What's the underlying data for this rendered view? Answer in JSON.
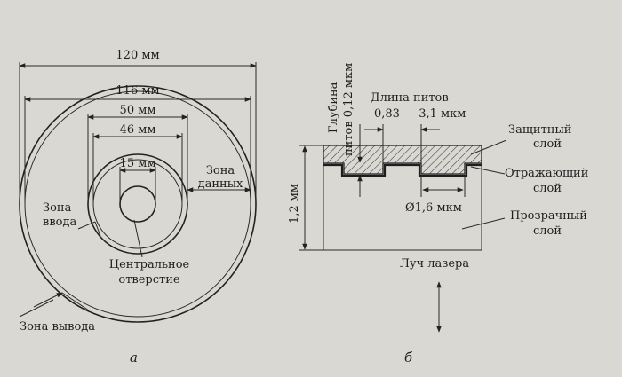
{
  "figure_a": {
    "dim_120": "120 мм",
    "dim_116": "116 мм",
    "dim_50": "50 мм",
    "dim_46": "46 мм",
    "dim_15": "15 мм",
    "zone_data_line1": "Зона",
    "zone_data_line2": "данных",
    "zone_input_line1": "Зона",
    "zone_input_line2": "ввода",
    "center_hole_line1": "Центральное",
    "center_hole_line2": "отверстие",
    "zone_output": "Зона вывода",
    "caption": "а"
  },
  "figure_b": {
    "pit_depth_line1": "Глубина",
    "pit_depth_line2": "питов 0,12 мкм",
    "pit_length_line1": "Длина питов",
    "pit_length_line2": "0,83 — 3,1 мкм",
    "protective_line1": "Защитный",
    "protective_line2": "слой",
    "reflective_line1": "Отражающий",
    "reflective_line2": "слой",
    "transparent_line1": "Прозрачный",
    "transparent_line2": "слой",
    "thickness": "1,2 мм",
    "beam_width": "Ø1,6 мкм",
    "laser": "Луч лазера",
    "caption": "б"
  }
}
